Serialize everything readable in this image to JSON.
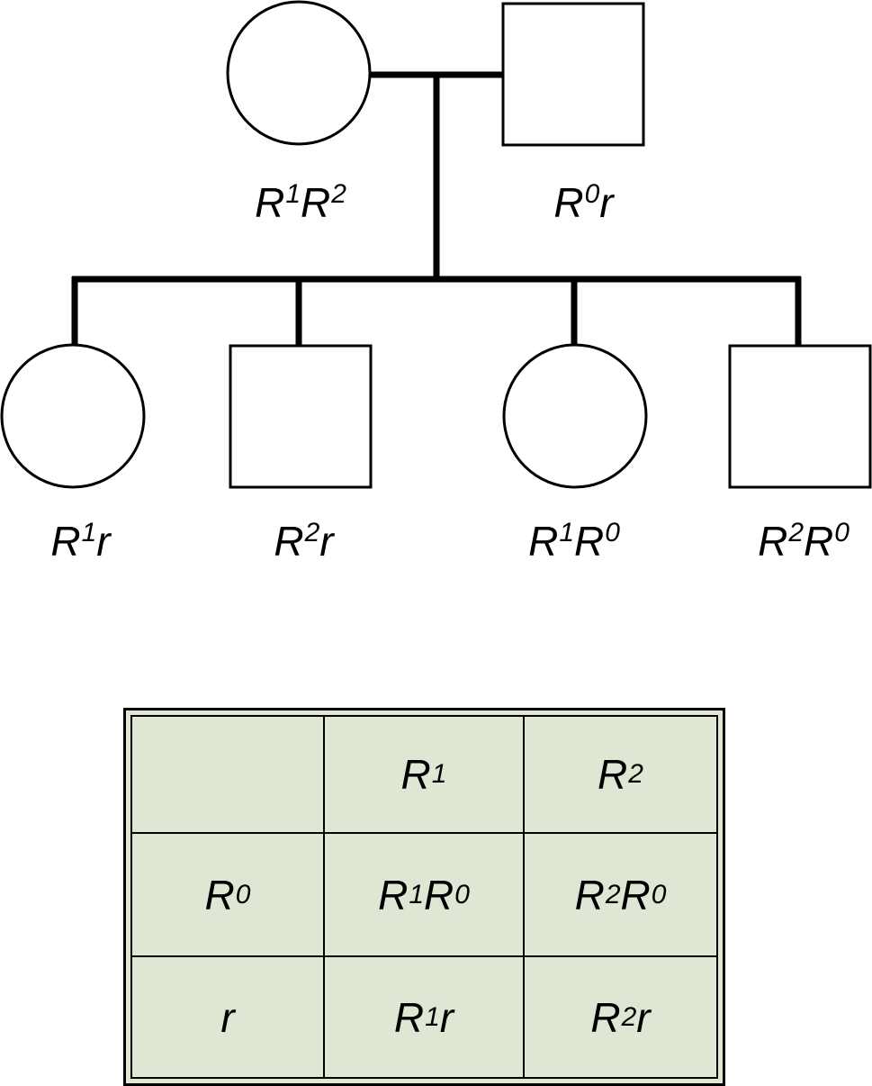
{
  "pedigree": {
    "parents": [
      {
        "symbol": "female",
        "genotype": [
          {
            "base": "R",
            "sup": "1"
          },
          {
            "base": "R",
            "sup": "2"
          }
        ]
      },
      {
        "symbol": "male",
        "genotype": [
          {
            "base": "R",
            "sup": "0"
          },
          {
            "base": "r",
            "sup": ""
          }
        ]
      }
    ],
    "children": [
      {
        "symbol": "female",
        "genotype": [
          {
            "base": "R",
            "sup": "1"
          },
          {
            "base": "r",
            "sup": ""
          }
        ]
      },
      {
        "symbol": "male",
        "genotype": [
          {
            "base": "R",
            "sup": "2"
          },
          {
            "base": "r",
            "sup": ""
          }
        ]
      },
      {
        "symbol": "female",
        "genotype": [
          {
            "base": "R",
            "sup": "1"
          },
          {
            "base": "R",
            "sup": "0"
          }
        ]
      },
      {
        "symbol": "male",
        "genotype": [
          {
            "base": "R",
            "sup": "2"
          },
          {
            "base": "R",
            "sup": "0"
          }
        ]
      }
    ]
  },
  "punnett": {
    "fill_color": "#dfe6d3",
    "rows": [
      [
        [],
        [
          {
            "base": "R",
            "sup": "1"
          }
        ],
        [
          {
            "base": "R",
            "sup": "2"
          }
        ]
      ],
      [
        [
          {
            "base": "R",
            "sup": "0"
          }
        ],
        [
          {
            "base": "R",
            "sup": "1"
          },
          {
            "base": "R",
            "sup": "0"
          }
        ],
        [
          {
            "base": "R",
            "sup": "2"
          },
          {
            "base": "R",
            "sup": "0"
          }
        ]
      ],
      [
        [
          {
            "base": "r",
            "sup": ""
          }
        ],
        [
          {
            "base": "R",
            "sup": "1"
          },
          {
            "base": "r",
            "sup": ""
          }
        ],
        [
          {
            "base": "R",
            "sup": "2"
          },
          {
            "base": "r",
            "sup": ""
          }
        ]
      ]
    ]
  }
}
